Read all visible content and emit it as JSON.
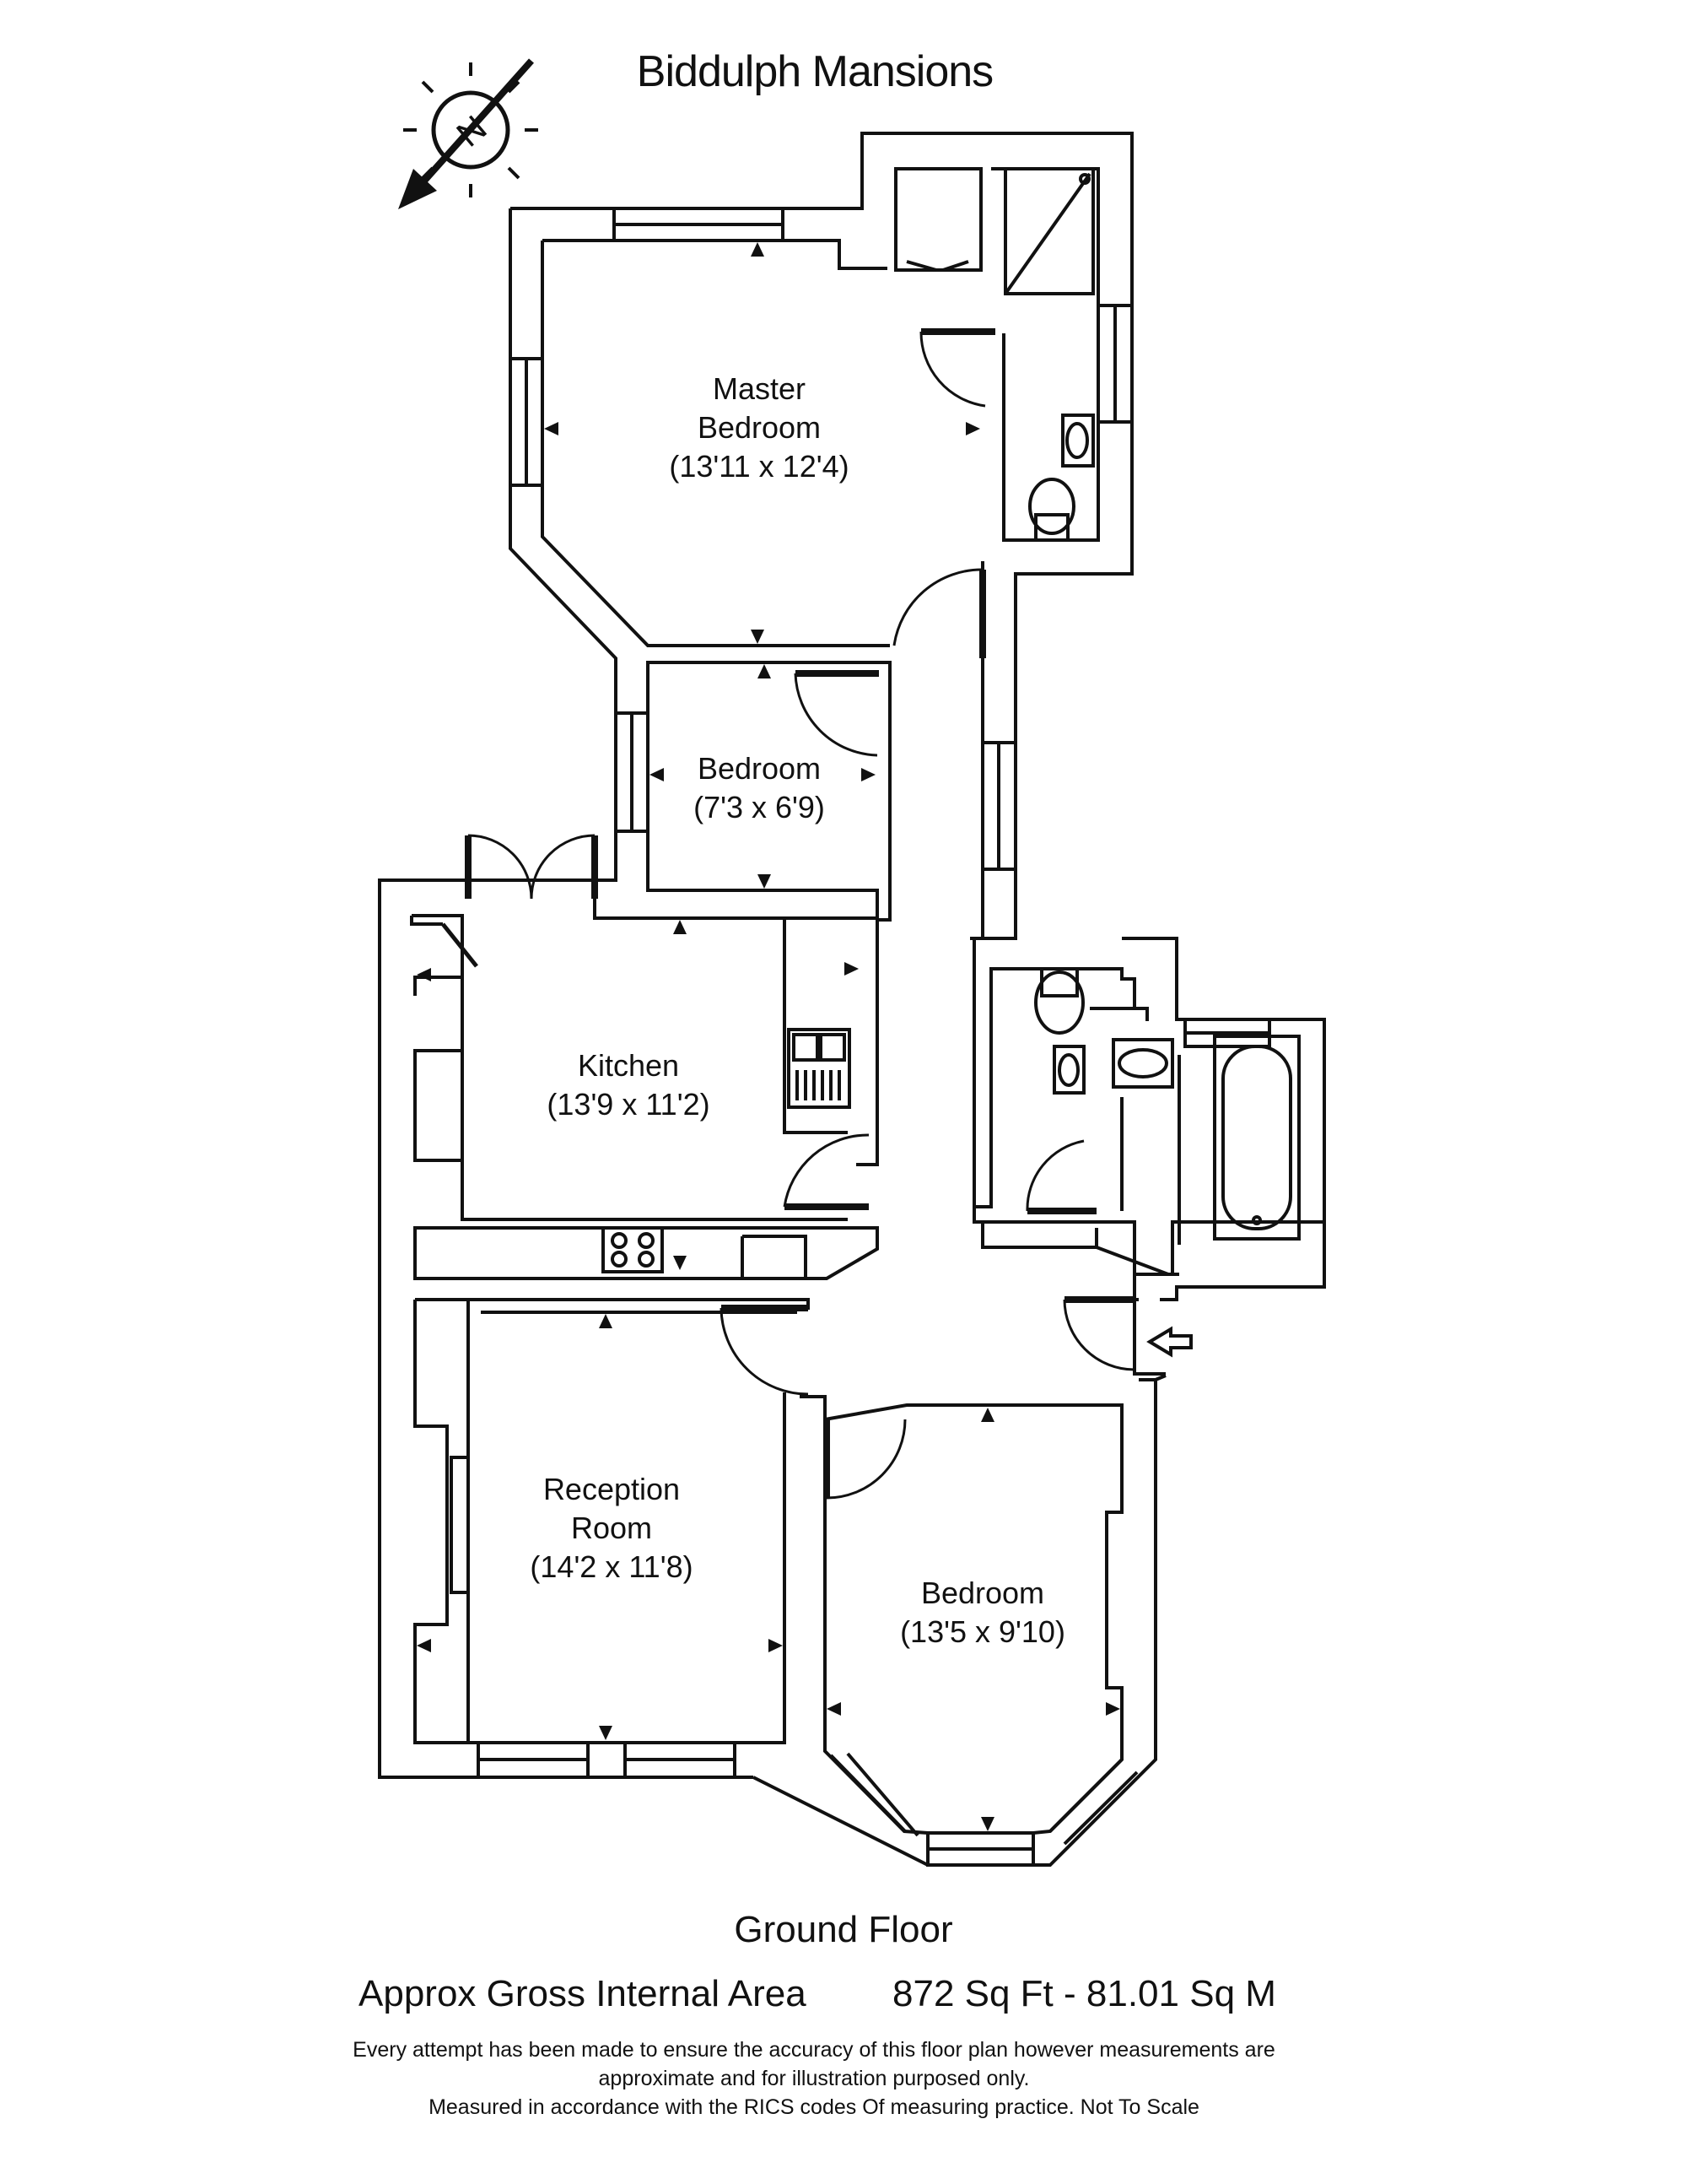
{
  "title": "Biddulph Mansions",
  "compass": {
    "letter": "N",
    "icon": "north-compass-icon"
  },
  "rooms": [
    {
      "id": "master-bedroom",
      "lines": [
        "Master",
        "Bedroom",
        "(13'11 x 12'4)"
      ]
    },
    {
      "id": "bedroom-small",
      "lines": [
        "Bedroom",
        "(7'3 x 6'9)"
      ]
    },
    {
      "id": "kitchen",
      "lines": [
        "Kitchen",
        "(13'9 x 11'2)"
      ]
    },
    {
      "id": "reception-room",
      "lines": [
        "Reception",
        "Room",
        "(14'2 x 11'8)"
      ]
    },
    {
      "id": "bedroom-large",
      "lines": [
        "Bedroom",
        "(13'5 x 9'10)"
      ]
    }
  ],
  "floor": "Ground Floor",
  "area": {
    "label": "Approx Gross Internal Area",
    "value": "872 Sq Ft  - 81.01 Sq M"
  },
  "disclaimer": [
    "Every attempt has been made to ensure the accuracy of this floor plan however measurements are",
    "approximate and for illustration purposed only.",
    "Measured in accordance with the RICS codes Of measuring practice. Not To Scale"
  ],
  "colors": {
    "line": "#111111",
    "background": "#ffffff"
  }
}
